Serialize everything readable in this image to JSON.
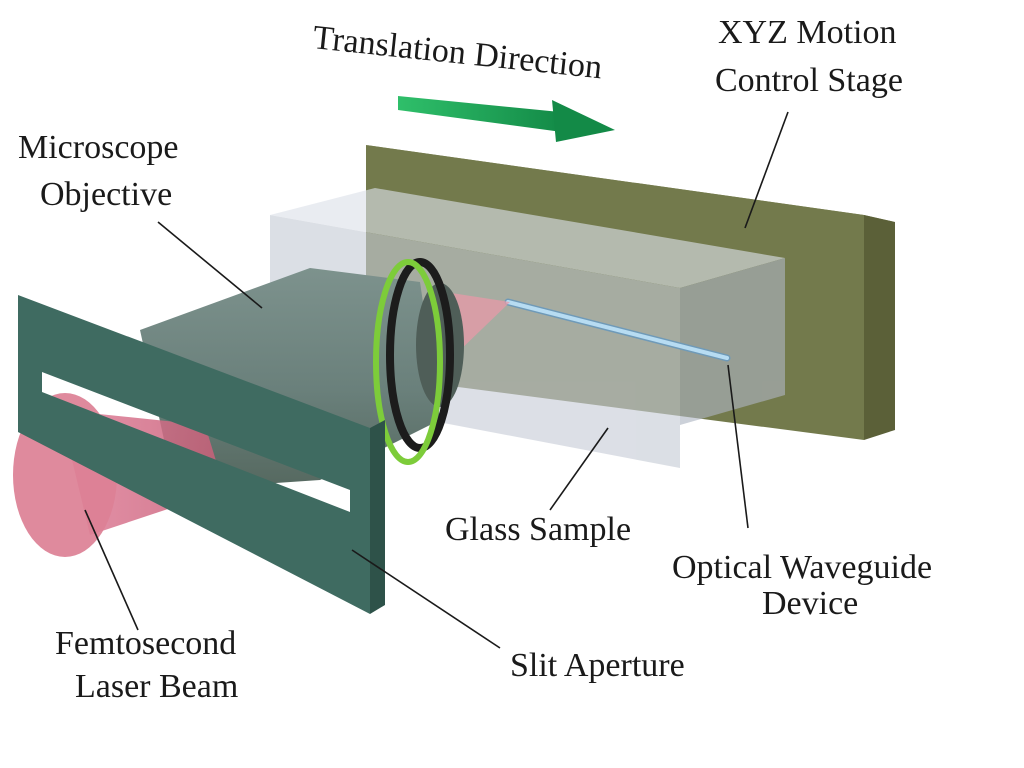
{
  "labels": {
    "translation_direction": "Translation Direction",
    "xyz_stage_line1": "XYZ Motion",
    "xyz_stage_line2": "Control Stage",
    "objective_line1": "Microscope",
    "objective_line2": "Objective",
    "glass_sample": "Glass Sample",
    "waveguide_line1": "Optical Waveguide",
    "waveguide_line2": "Device",
    "laser_line1": "Femtosecond",
    "laser_line2": "Laser Beam",
    "slit_aperture": "Slit Aperture"
  },
  "colors": {
    "stage_front": "#737a4c",
    "stage_side": "#5b6038",
    "glass": "#c6ccd6",
    "objective_body": "#6f8580",
    "objective_ring_green": "#7dcc3a",
    "objective_ring_black": "#1c1c1c",
    "slit_plate": "#3f6b61",
    "laser_beam": "#d9748a",
    "waveguide": "#a9d3ec",
    "arrow": "#1fa35a"
  }
}
